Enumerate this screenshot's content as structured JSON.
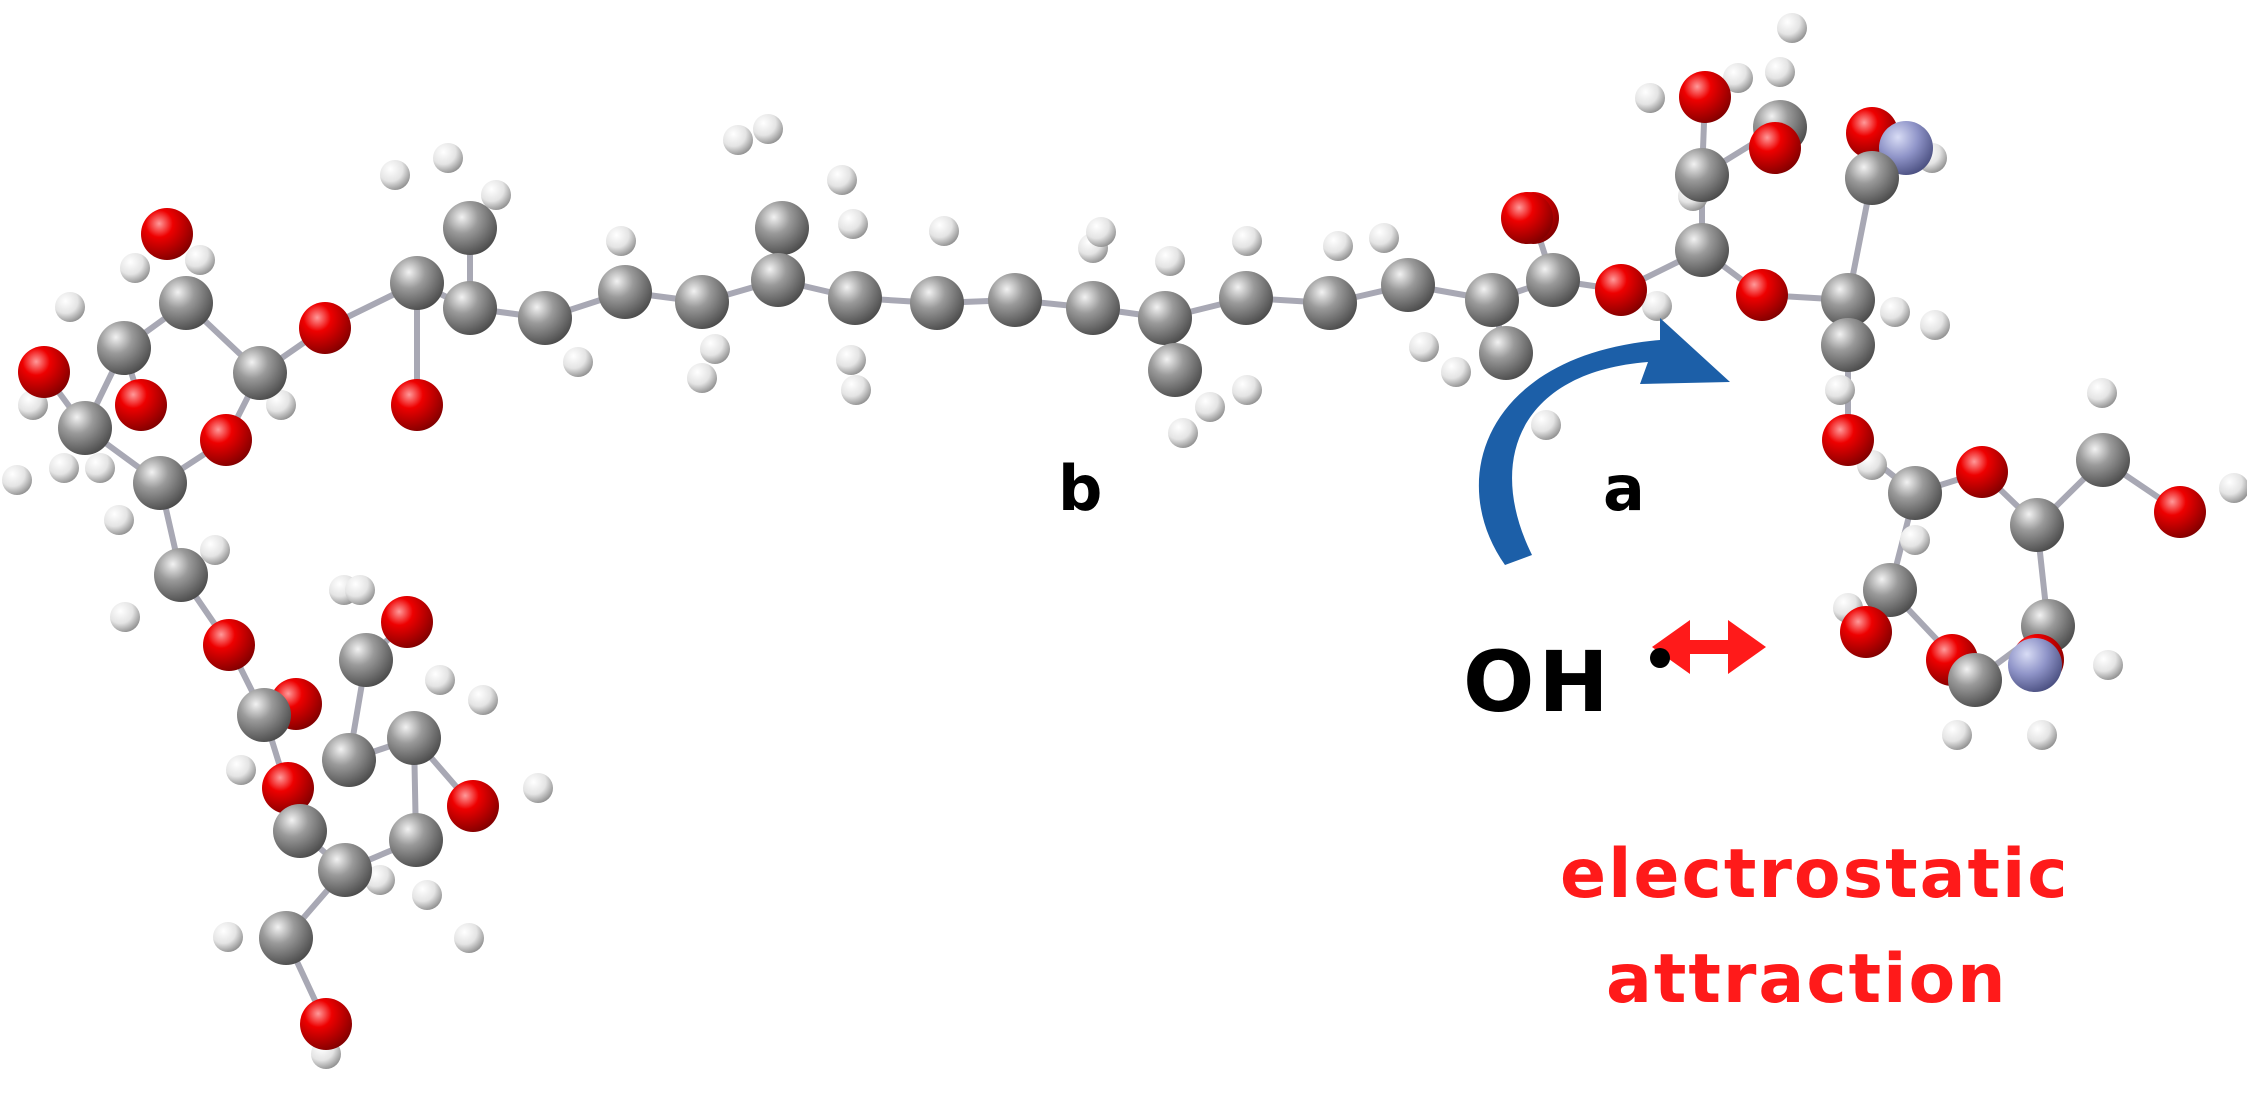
{
  "labels": {
    "site_b": "b",
    "site_a": "a",
    "radical": "OH",
    "interaction_line1": "electrostatic",
    "interaction_line2": "attraction"
  },
  "colors": {
    "oxygen": "#e00000",
    "carbon": "#8c8c8c",
    "hydrogen": "#e6e6e6",
    "nitrogen": "#8f94c8",
    "bond": "#a8a8b4",
    "attack_arrow": "#1c5fa8",
    "interaction_arrow": "#ff1a1a",
    "interaction_text": "#ff1a1a"
  },
  "icons": {
    "attack_arrow": "curved-arrow-icon",
    "interaction_arrow": "double-arrow-icon"
  }
}
